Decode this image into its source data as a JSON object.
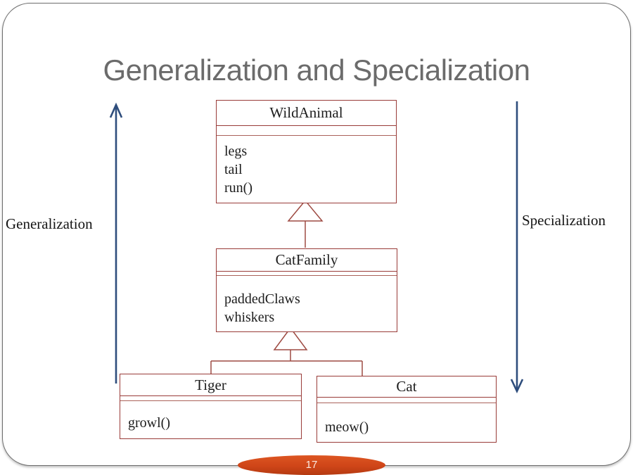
{
  "slide": {
    "title": "Generalization and Specialization",
    "page_number": "17"
  },
  "labels": {
    "left_arrow": "Generalization",
    "right_arrow": "Specialization"
  },
  "diagram": {
    "classes": [
      {
        "name": "WildAnimal",
        "attributes": [
          "legs",
          "tail",
          "run()"
        ]
      },
      {
        "name": "CatFamily",
        "attributes": [
          "paddedClaws",
          "whiskers"
        ]
      },
      {
        "name": "Tiger",
        "attributes": [
          "growl()"
        ]
      },
      {
        "name": "Cat",
        "attributes": [
          "meow()"
        ]
      }
    ],
    "relationships": [
      {
        "from": "CatFamily",
        "to": "WildAnimal",
        "type": "generalization"
      },
      {
        "from": "Tiger",
        "to": "CatFamily",
        "type": "generalization"
      },
      {
        "from": "Cat",
        "to": "CatFamily",
        "type": "generalization"
      }
    ]
  },
  "colors": {
    "box_border": "#993b38",
    "inner_divider": "#aa625a",
    "connector": "#9e4a42",
    "arrow_blue": "#2e4d7c",
    "title_gray": "#6b6b6b",
    "ellipse_orange": "#cf4518",
    "frame_gray": "#6e6e6e"
  }
}
